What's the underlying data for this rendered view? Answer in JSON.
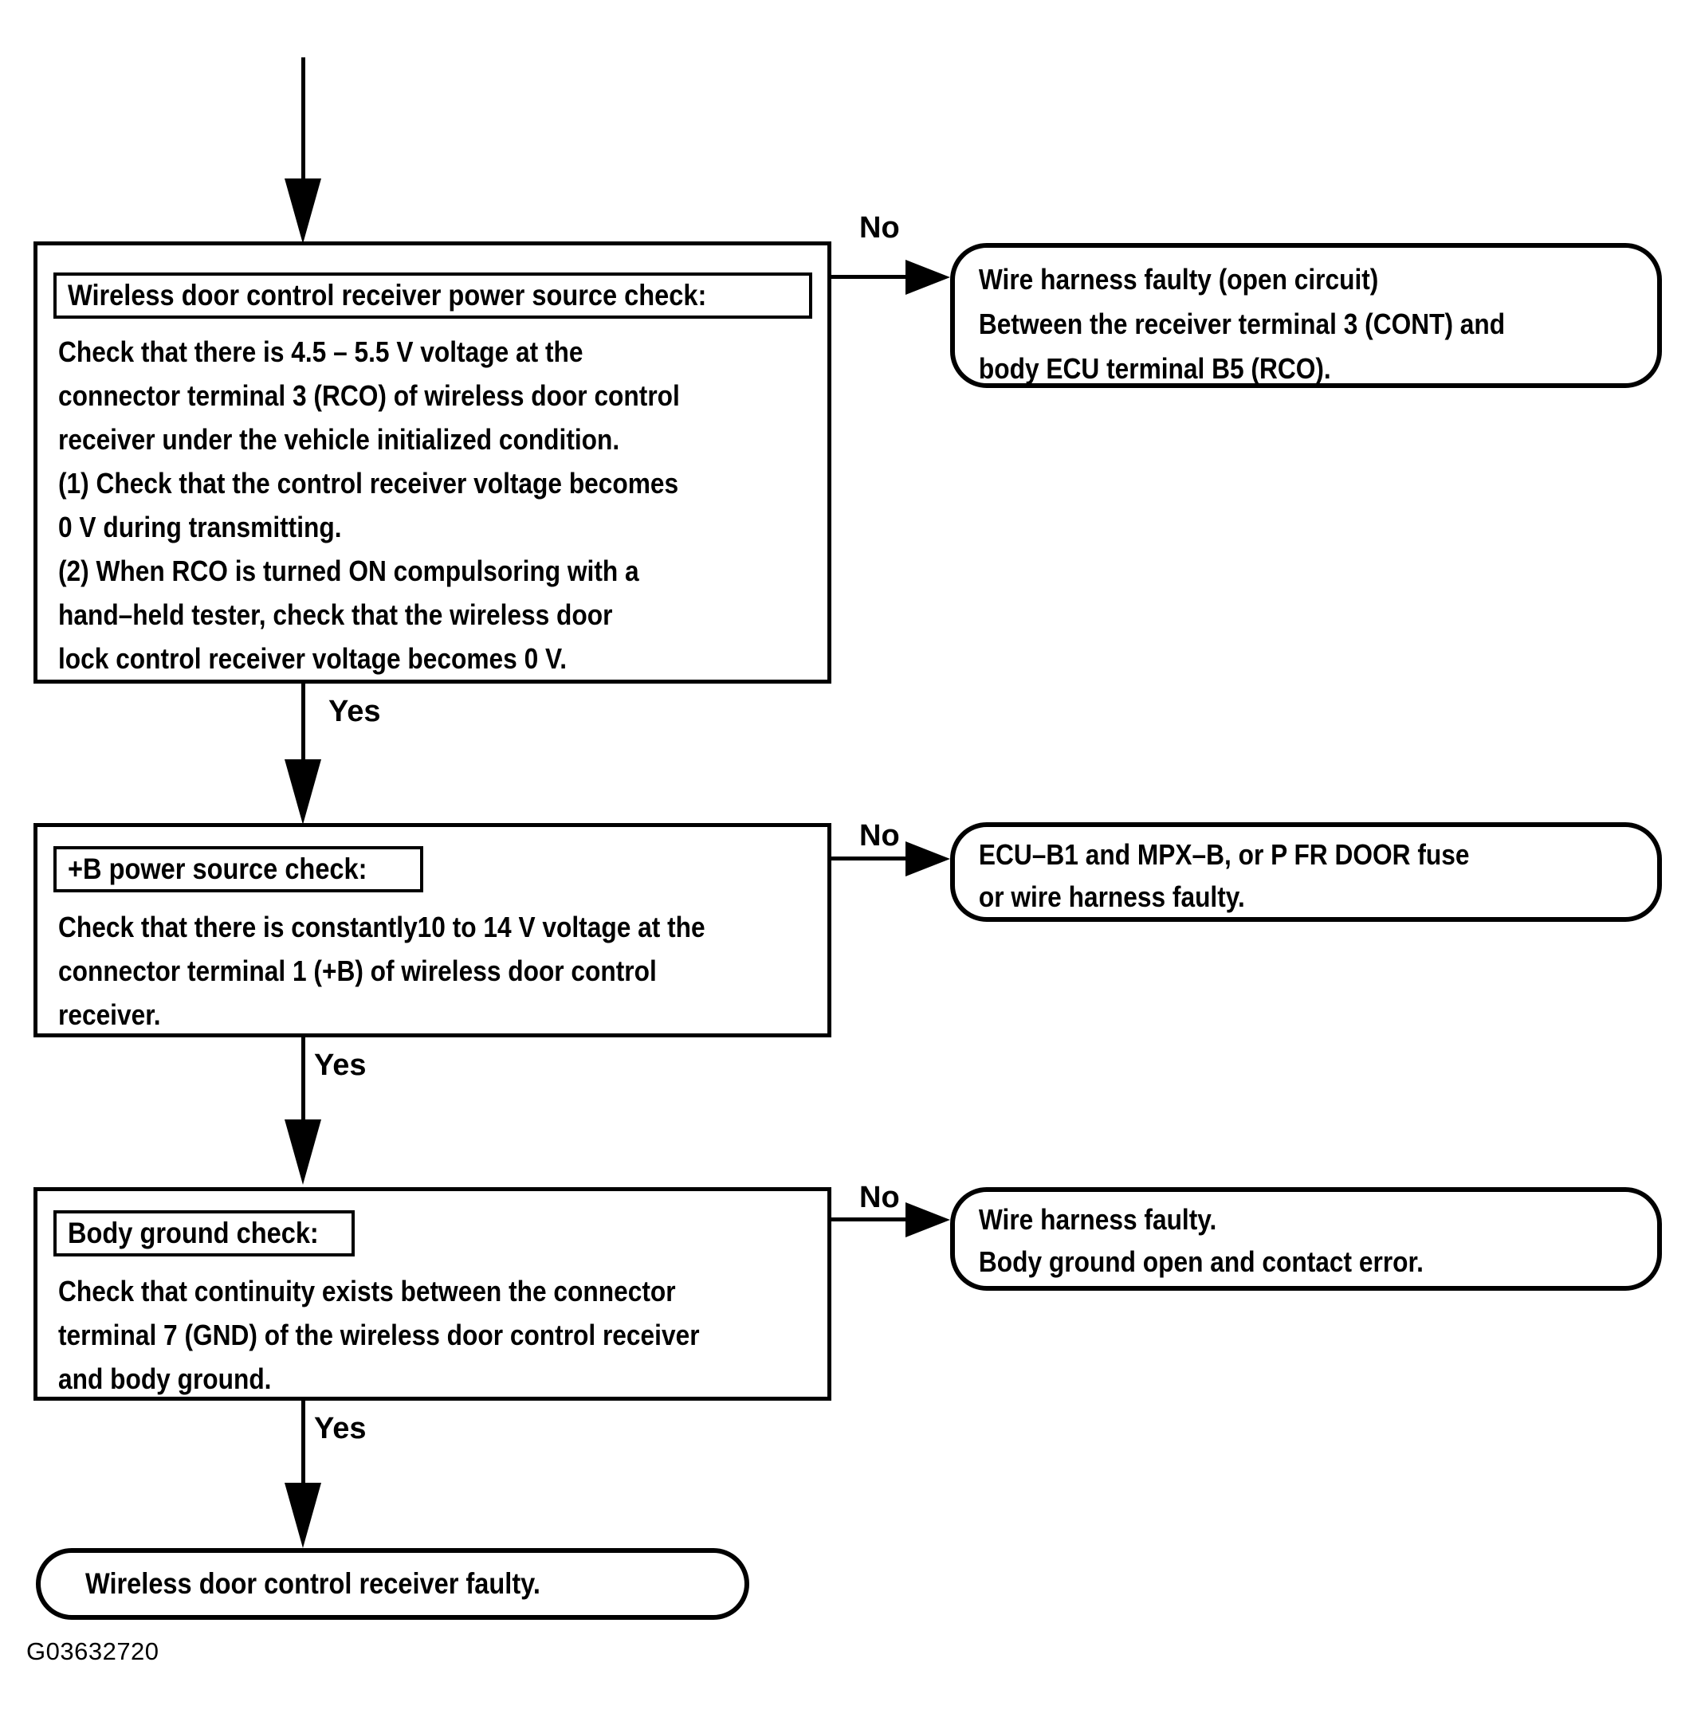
{
  "figure_code": "G03632720",
  "labels": {
    "yes": "Yes",
    "no": "No"
  },
  "colors": {
    "ink": "#000000",
    "paper": "#ffffff"
  },
  "flow": {
    "step1": {
      "title": "Wireless door control receiver power source check:",
      "lines": [
        "Check that there is 4.5 – 5.5 V voltage at the",
        "connector terminal 3 (RCO) of wireless door control",
        "receiver under the vehicle initialized condition.",
        "(1) Check that the control receiver voltage becomes",
        "0 V during transmitting.",
        "(2) When RCO is turned ON compulsoring with a",
        "hand–held tester, check that the wireless door",
        "lock control receiver voltage becomes 0 V."
      ],
      "no_result": {
        "lines": [
          "Wire harness faulty (open circuit)",
          "Between the receiver terminal 3 (CONT) and",
          "body ECU terminal B5 (RCO)."
        ]
      }
    },
    "step2": {
      "title": "+B power source check:",
      "lines": [
        "Check that there is constantly10 to 14 V voltage at the",
        "connector terminal 1 (+B) of wireless door control",
        "receiver."
      ],
      "no_result": {
        "lines": [
          "ECU–B1 and MPX–B, or P FR DOOR fuse",
          "or wire harness faulty."
        ]
      }
    },
    "step3": {
      "title": "Body ground check:",
      "lines": [
        "Check that continuity exists between the connector",
        "terminal 7 (GND) of the wireless door control receiver",
        "and body ground."
      ],
      "no_result": {
        "lines": [
          "Wire harness faulty.",
          "Body ground open and contact error."
        ]
      }
    },
    "end": {
      "text": "Wireless door control receiver faulty."
    }
  }
}
